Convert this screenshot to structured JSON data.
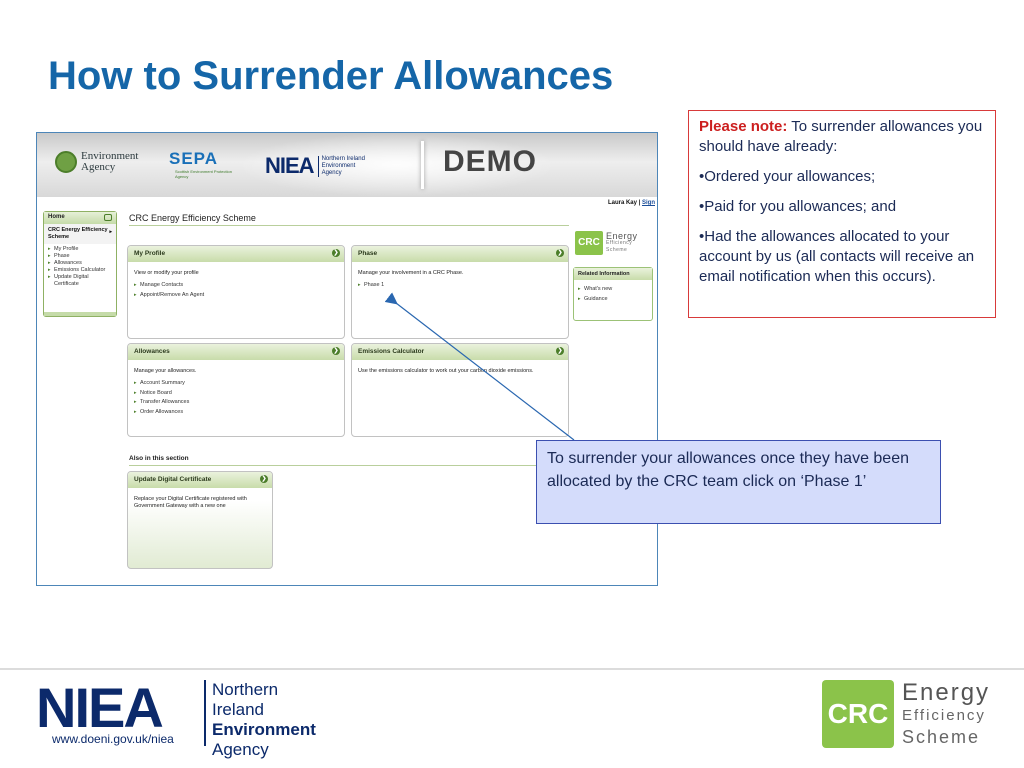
{
  "slide": {
    "title": "How to Surrender Allowances"
  },
  "screenshot": {
    "banner": {
      "ea_line1": "Environment",
      "ea_line2": "Agency",
      "sepa": "SEPA",
      "sepa_sub": "Scottish Environment Protection Agency",
      "niea": "NIEA",
      "niea_sub_line1": "Northern Ireland",
      "niea_sub_line2": "Environment",
      "niea_sub_line3": "Agency",
      "demo": "DEMO"
    },
    "user": {
      "name": "Laura Kay",
      "sep": " | ",
      "sign": "Sign"
    },
    "nav": {
      "home": "Home",
      "section": "CRC Energy Efficiency Scheme",
      "items": [
        "My Profile",
        "Phase",
        "Allowances",
        "Emissions Calculator",
        "Update Digital Certificate"
      ]
    },
    "heading": "CRC Energy Efficiency Scheme",
    "panels": {
      "profile": {
        "title": "My Profile",
        "desc": "View or modify your profile",
        "links": [
          "Manage Contacts",
          "Appoint/Remove An Agent"
        ]
      },
      "phase": {
        "title": "Phase",
        "desc": "Manage your involvement in a CRC Phase.",
        "links": [
          "Phase 1"
        ]
      },
      "allowances": {
        "title": "Allowances",
        "desc": "Manage your allowances.",
        "links": [
          "Account Summary",
          "Notice Board",
          "Transfer Allowances",
          "Order Allowances"
        ]
      },
      "emissions": {
        "title": "Emissions Calculator",
        "desc": "Use the emissions calculator to work out your carbon dioxide emissions."
      },
      "certificate": {
        "title": "Update Digital Certificate",
        "desc": "Replace your Digital Certificate registered with Government Gateway with a new one"
      }
    },
    "also_heading": "Also in this section",
    "crc_logo": {
      "mark": "CRC",
      "w1": "Energy",
      "w2": "Efficiency",
      "w3": "Scheme"
    },
    "related": {
      "title": "Related Information",
      "links": [
        "What's new",
        "Guidance"
      ]
    },
    "go_icon": "❯"
  },
  "note": {
    "label": "Please note:",
    "intro": " To surrender allowances you  should have already:",
    "items": [
      "•Ordered your allowances;",
      "•Paid for you allowances; and",
      "•Had the allowances allocated to your account by us (all contacts will receive an email notification when this occurs)."
    ]
  },
  "callout": {
    "text": "To surrender your allowances once they have been allocated by the CRC team click on ‘Phase 1’"
  },
  "footer": {
    "niea": "NIEA",
    "niea_line1": "Northern Ireland",
    "niea_line2": "Environment",
    "niea_line3": "Agency",
    "url": "www.doeni.gov.uk/niea",
    "crc": "CRC",
    "crc_w1": "Energy",
    "crc_w2": "Efficiency",
    "crc_w3": "Scheme"
  },
  "colors": {
    "title": "#1566a8",
    "note_border": "#d83a3a",
    "callout_bg": "#d4dcfb",
    "crc_green": "#8bc34a",
    "niea_navy": "#0c2a6b"
  }
}
